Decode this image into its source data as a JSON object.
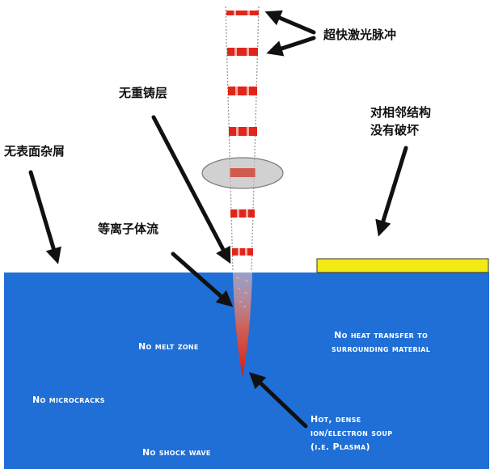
{
  "labels": {
    "ultrafast_pulse": "超快激光脉冲",
    "no_recast_layer": "无重铸层",
    "no_surface_debris": "无表面杂屑",
    "no_adjacent_damage_line1": "对相邻结构",
    "no_adjacent_damage_line2": "没有破坏",
    "plasma_flow": "等离子体流"
  },
  "annotations": {
    "no_melt_zone": "No melt zone",
    "no_heat_transfer_line1": "No heat transfer to",
    "no_heat_transfer_line2": "surrounding material",
    "no_microcracks": "No microcracks",
    "plasma_line1": "Hot, dense",
    "plasma_line2": "ion/electron soup",
    "plasma_line3": "(i.e. Plasma)",
    "no_shock_wave": "No shock wave"
  },
  "colors": {
    "material": "#1f6fd6",
    "pulse": "#e0261b",
    "adjacent_structure": "#f4ea13",
    "focus_ellipse": "#bdbdbd",
    "arrow": "#111111"
  }
}
